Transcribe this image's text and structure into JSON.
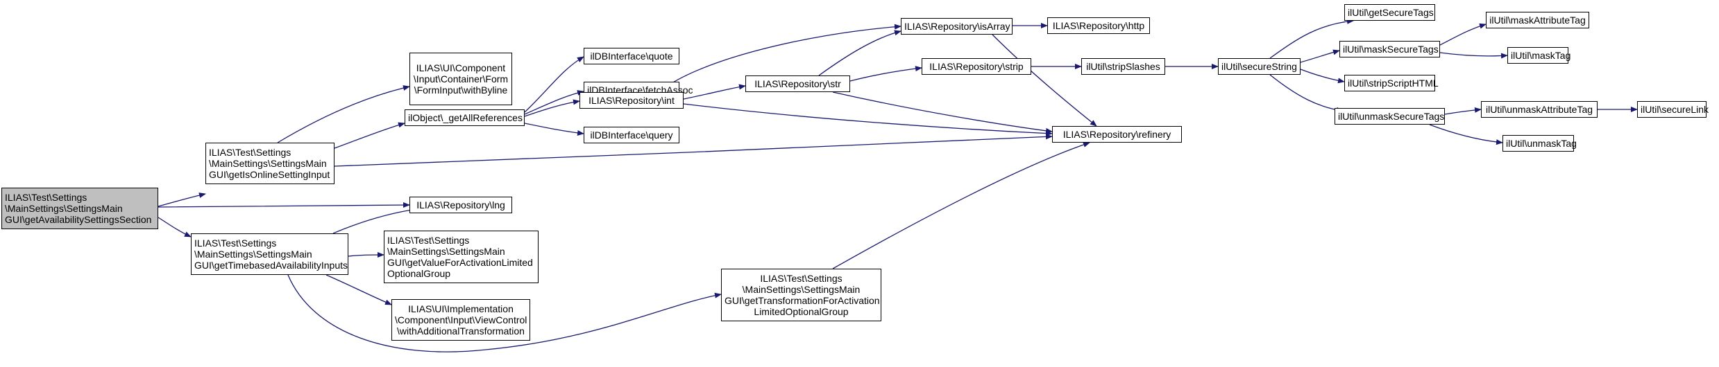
{
  "colors": {
    "edge": "#191970",
    "root_fill": "#bfbfbf",
    "node_fill": "#ffffff",
    "border": "#000000"
  },
  "nodes": {
    "root": [
      "ILIAS\\Test\\Settings",
      "\\MainSettings\\SettingsMain",
      "GUI\\getAvailabilitySettingsSection"
    ],
    "getIsOnline": [
      "ILIAS\\Test\\Settings",
      "\\MainSettings\\SettingsMain",
      "GUI\\getIsOnlineSettingInput"
    ],
    "getTimebased": [
      "ILIAS\\Test\\Settings",
      "\\MainSettings\\SettingsMain",
      "GUI\\getTimebasedAvailabilityInputs"
    ],
    "lng": [
      "ILIAS\\Repository\\lng"
    ],
    "formInput": [
      "ILIAS\\UI\\Component",
      "\\Input\\Container\\Form",
      "\\FormInput\\withByline"
    ],
    "getAllRefs": [
      "ilObject\\_getAllReferences"
    ],
    "getValueForActivation": [
      "ILIAS\\Test\\Settings",
      "\\MainSettings\\SettingsMain",
      "GUI\\getValueForActivationLimited",
      "OptionalGroup"
    ],
    "viewControl": [
      "ILIAS\\UI\\Implementation",
      "\\Component\\Input\\ViewControl",
      "\\withAdditionalTransformation"
    ],
    "quote": [
      "ilDBInterface\\quote"
    ],
    "fetchAssoc": [
      "ilDBInterface\\fetchAssoc"
    ],
    "int": [
      "ILIAS\\Repository\\int"
    ],
    "query": [
      "ilDBInterface\\query"
    ],
    "getTransformation": [
      "ILIAS\\Test\\Settings",
      "\\MainSettings\\SettingsMain",
      "GUI\\getTransformationForActivation",
      "LimitedOptionalGroup"
    ],
    "str": [
      "ILIAS\\Repository\\str"
    ],
    "isArray": [
      "ILIAS\\Repository\\isArray"
    ],
    "strip": [
      "ILIAS\\Repository\\strip"
    ],
    "refinery": [
      "ILIAS\\Repository\\refinery"
    ],
    "http": [
      "ILIAS\\Repository\\http"
    ],
    "stripSlashes": [
      "ilUtil\\stripSlashes"
    ],
    "secureString": [
      "ilUtil\\secureString"
    ],
    "getSecureTags": [
      "ilUtil\\getSecureTags"
    ],
    "maskSecureTags": [
      "ilUtil\\maskSecureTags"
    ],
    "stripScriptHTML": [
      "ilUtil\\stripScriptHTML"
    ],
    "unmaskSecureTags": [
      "ilUtil\\unmaskSecureTags"
    ],
    "maskAttributeTag": [
      "ilUtil\\maskAttributeTag"
    ],
    "maskTag": [
      "ilUtil\\maskTag"
    ],
    "unmaskAttributeTag": [
      "ilUtil\\unmaskAttributeTag"
    ],
    "unmaskTag": [
      "ilUtil\\unmaskTag"
    ],
    "secureLink": [
      "ilUtil\\secureLink"
    ]
  }
}
